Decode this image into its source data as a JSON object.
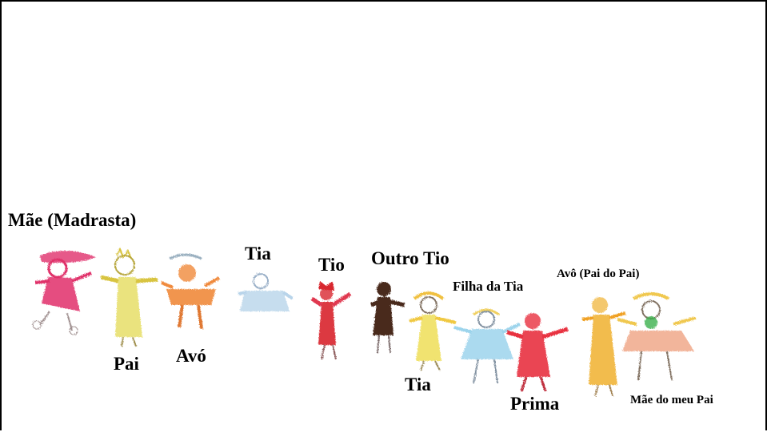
{
  "labels": {
    "madrasta": "Mãe (Madrasta)",
    "pai": "Pai",
    "avo": "Avó",
    "tia1": "Tia",
    "tio": "Tio",
    "outro_tio": "Outro Tio",
    "tia2": "Tia",
    "filha_tia": "Filha da Tia",
    "prima": "Prima",
    "avo_pai": "Avô (Pai do Pai)",
    "mae_pai": "Mãe do meu Pai"
  },
  "figures": [
    {
      "name": "madrasta",
      "color": "#e0306a"
    },
    {
      "name": "pai",
      "color": "#e8e070"
    },
    {
      "name": "avo",
      "color": "#f08a3c"
    },
    {
      "name": "tia1",
      "color": "#b8d4ea"
    },
    {
      "name": "tio",
      "color": "#d8262e"
    },
    {
      "name": "outro-tio",
      "color": "#4a2a1c"
    },
    {
      "name": "tia2",
      "color": "#f0e060"
    },
    {
      "name": "filha-tia",
      "color": "#9cd4ec"
    },
    {
      "name": "prima",
      "color": "#e83040"
    },
    {
      "name": "avo-pai",
      "color": "#f0b030"
    },
    {
      "name": "mae-pai",
      "color": "#f0a88a"
    }
  ]
}
